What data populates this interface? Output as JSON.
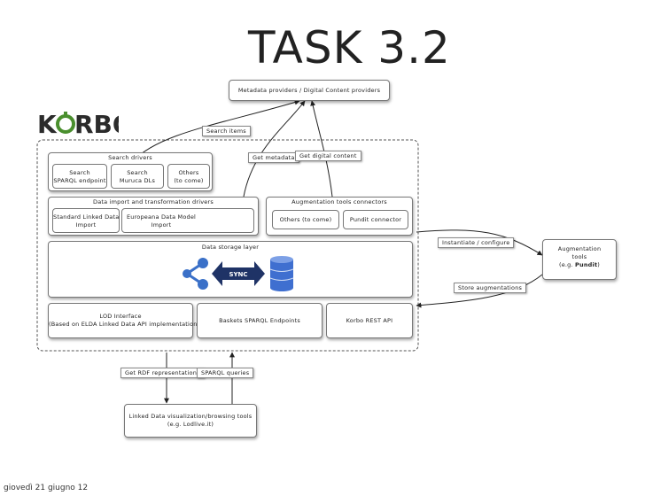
{
  "title": "TASK 3.2",
  "footer": "giovedì 21 giugno 12",
  "logo": {
    "text_k": "K",
    "text_rest": "RBO",
    "colors": {
      "dark": "#2b2b2b",
      "green": "#4a8f2e"
    }
  },
  "nodes": {
    "metadata_providers": "Metadata providers / Digital Content providers",
    "search_items": "Search items",
    "get_metadata": "Get metadata",
    "get_digital_content": "Get digital content",
    "search_drivers": "Search drivers",
    "search_sparql": [
      "Search",
      "SPARQL endpoint"
    ],
    "search_muruca": [
      "Search",
      "Muruca DLs"
    ],
    "others_search": [
      "Others",
      "(to come)"
    ],
    "import_drivers": "Data import and transformation drivers",
    "std_linked_import": [
      "Standard Linked Data",
      "Import"
    ],
    "europeana_import": [
      "Europeana Data Model",
      "Import"
    ],
    "augmentation_connectors": "Augmentation tools connectors",
    "others_connectors": "Others (to come)",
    "pundit_connector": "Pundit connector",
    "instantiate": "Instantiate / configure",
    "augmentation_tools": [
      "Augmentation",
      "tools",
      "(e.g. ",
      "Pundit",
      ")"
    ],
    "data_storage": "Data storage layer",
    "sync": "SYNC",
    "store_augmentations": "Store augmentations",
    "lod_interface": [
      "LOD Interface",
      "(Based on ELDA Linked Data API implementation)"
    ],
    "baskets_sparql": "Baskets SPARQL Endpoints",
    "korbo_rest": "Korbo REST API",
    "get_rdf": "Get RDF representations",
    "sparql_queries": "SPARQL queries",
    "lod_tools": [
      "Linked Data visualization/browsing tools",
      "(e.g. Lodlive.it)"
    ]
  },
  "colors": {
    "db": "#3f6fd0",
    "sync": "#1f3366",
    "graph": "#3a70c8"
  }
}
